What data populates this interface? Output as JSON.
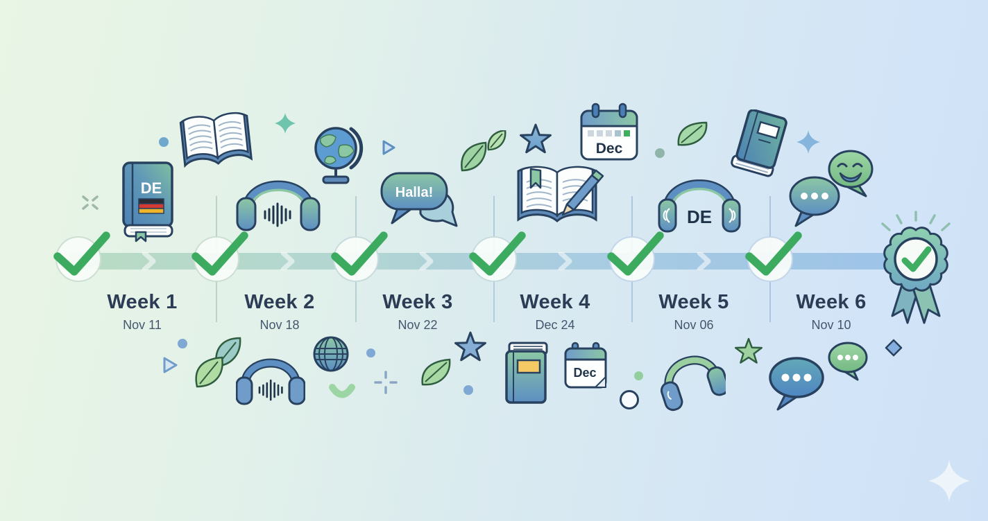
{
  "timeline": {
    "weeks": [
      {
        "label": "Week 1",
        "date": "Nov 11"
      },
      {
        "label": "Week 2",
        "date": "Nov 18"
      },
      {
        "label": "Week 3",
        "date": "Nov 22"
      },
      {
        "label": "Week 4",
        "date": "Dec 24"
      },
      {
        "label": "Week 5",
        "date": "Nov 06"
      },
      {
        "label": "Week 6",
        "date": "Nov 10"
      }
    ]
  },
  "labels": {
    "dictionary_cover": "DE",
    "greeting_bubble": "Halla!",
    "calendar_month_top": "Dec",
    "headphones_label": "DE",
    "calendar_month_bottom": "Dec"
  },
  "colors": {
    "check_green": "#3cab60",
    "band_green": "#b9dcc3",
    "band_blue": "#9dc3e8",
    "accent_blue": "#4d82b4",
    "accent_green": "#7fbf9f",
    "text_dark": "#2c3c55",
    "text_muted": "#44566e",
    "flag_black": "#2a2d33",
    "flag_red": "#d23a32",
    "flag_gold": "#f0b429"
  },
  "icons": {
    "top_row": [
      "german-dictionary-book",
      "open-book",
      "sparkle",
      "headphones-waveform",
      "globe-on-stand",
      "play-triangle",
      "greeting-speech-bubbles",
      "leaves",
      "star",
      "calendar-dec",
      "notebook-with-pencil",
      "leaf",
      "headphones-de",
      "tilted-book",
      "sparkle",
      "chat-bubble-dots",
      "smiley-chat-bubble"
    ],
    "bottom_row": [
      "play-triangle",
      "leaves",
      "headphones-waveform",
      "globe-wireframe",
      "smile-curve",
      "plus-sparkle",
      "leaf",
      "star",
      "book-orange-label",
      "calendar-dec",
      "green-dot",
      "circle-outline",
      "headphones-tilted",
      "star-green",
      "chat-bubble-dots-blue",
      "chat-bubble-dots-green",
      "diamond",
      "sparkle-white"
    ],
    "finish": [
      "award-ribbon-badge"
    ]
  }
}
